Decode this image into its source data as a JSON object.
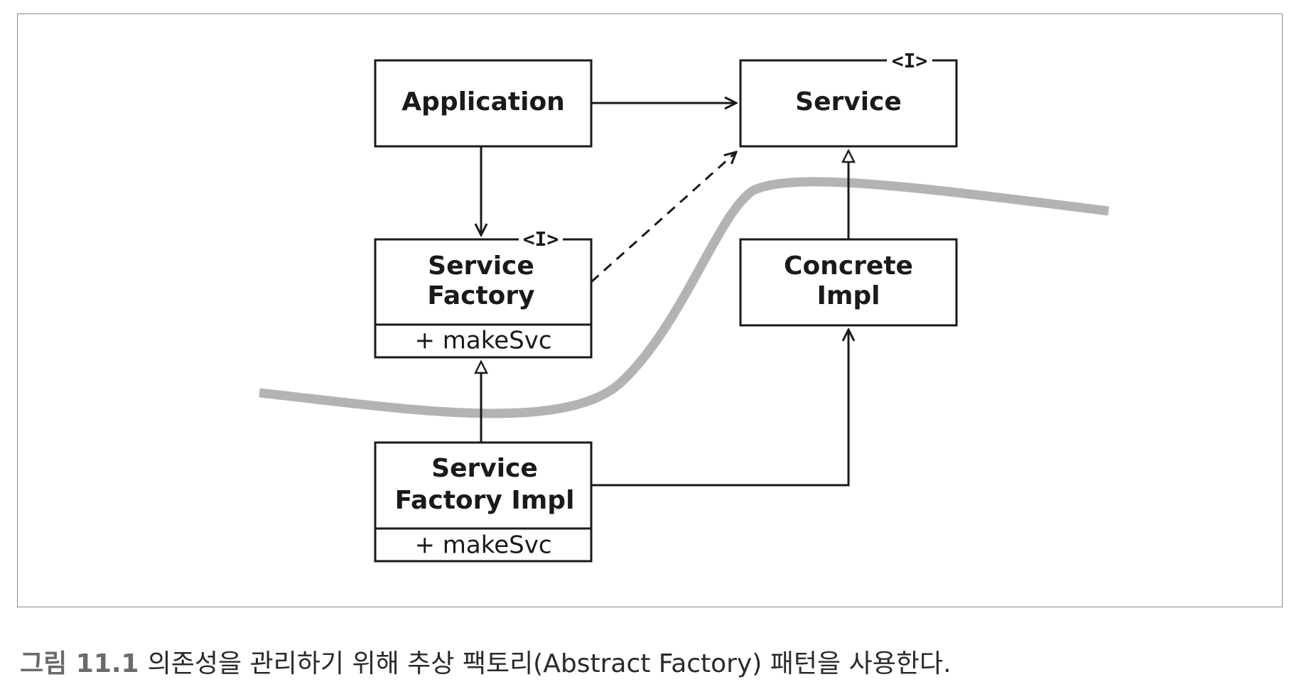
{
  "boxes": {
    "application": {
      "title": [
        "Application"
      ]
    },
    "service": {
      "title": [
        "Service"
      ],
      "stereotype": "<I>"
    },
    "service_factory": {
      "title": [
        "Service",
        "Factory"
      ],
      "stereotype": "<I>",
      "method": "+ makeSvc"
    },
    "concrete_impl": {
      "title": [
        "Concrete",
        "Impl"
      ]
    },
    "service_factory_impl": {
      "title": [
        "Service",
        "Factory Impl"
      ],
      "method": "+ makeSvc"
    }
  },
  "caption": {
    "number": "그림 11.1",
    "text": "의존성을 관리하기 위해 추상 팩토리(Abstract Factory) 패턴을 사용한다."
  },
  "colors": {
    "line": "#1a1a1a",
    "boundary": "#b3b3b3",
    "frame": "#8a8a8a",
    "caption_number": "#6b6b6b"
  }
}
